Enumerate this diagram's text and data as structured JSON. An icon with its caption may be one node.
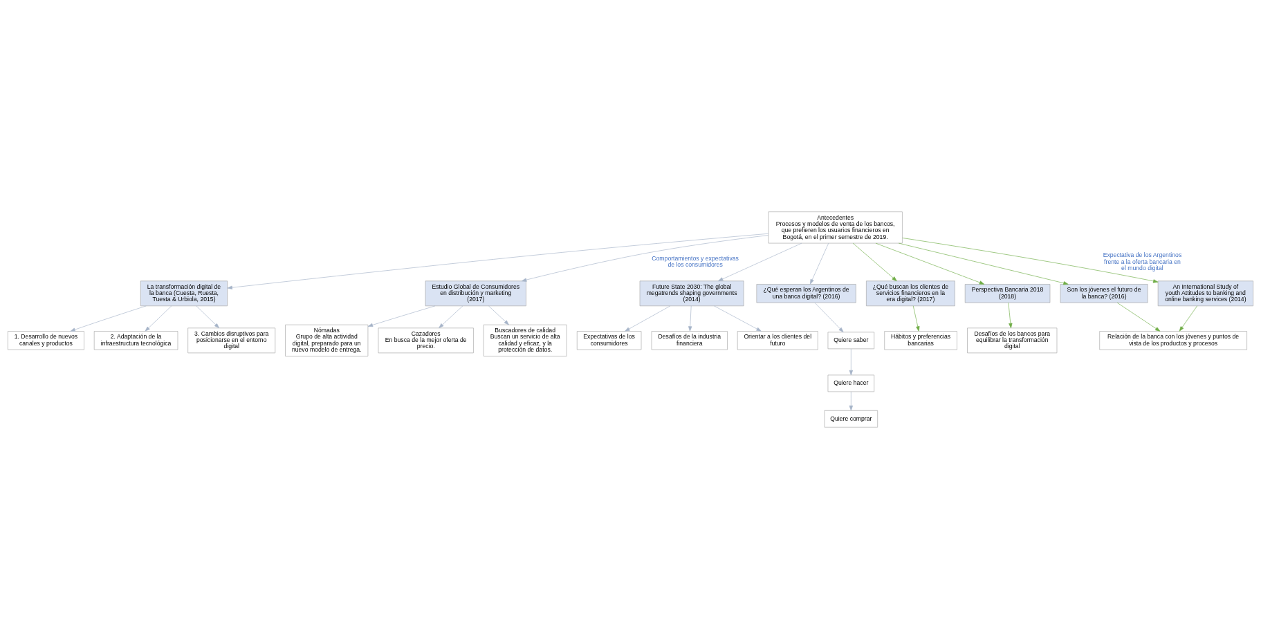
{
  "diagram": {
    "nodes": [
      {
        "text": [
          "Antecedentes",
          "Procesos y modelos de venta de los bancos, que prefieren los usuarios financieros en Bogotá, en el primer semestre de 2019."
        ]
      },
      {
        "text": [
          "La transformación digital de la banca (Cuesta, Ruesta, Tuesta & Urbiola, 2015)"
        ]
      },
      {
        "text": [
          "1. Desarrollo de nuevos canales y productos"
        ]
      },
      {
        "text": [
          "2. Adaptación de la infraestructura tecnológica"
        ]
      },
      {
        "text": [
          "3. Cambios disruptivos para posicionarse en el entorno digital"
        ]
      },
      {
        "text": [
          "Estudio Global de Consumidores en distribución y marketing (2017)"
        ]
      },
      {
        "text": [
          "Nómadas",
          "Grupo de alta actividad digital, preparado para un nuevo modelo de entrega."
        ]
      },
      {
        "text": [
          "Cazadores",
          "En busca de la mejor oferta de precio."
        ]
      },
      {
        "text": [
          "Buscadores de calidad",
          "Buscan un servicio de alta calidad y eficaz, y la protección de datos."
        ]
      },
      {
        "text": [
          "Future State 2030: The global megatrends shaping governments (2014)"
        ]
      },
      {
        "text": [
          "Expectativas de los consumidores"
        ]
      },
      {
        "text": [
          "Desafíos de la industria financiera"
        ]
      },
      {
        "text": [
          "Orientar a los clientes del futuro"
        ]
      },
      {
        "text": [
          "¿Qué esperan los Argentinos de una banca digital? (2016)"
        ]
      },
      {
        "text": [
          "Quiere saber"
        ]
      },
      {
        "text": [
          "Quiere hacer"
        ]
      },
      {
        "text": [
          "Quiere comprar"
        ]
      },
      {
        "text": [
          "¿Qué buscan los clientes de servicios financieros en la era digital? (2017)"
        ]
      },
      {
        "text": [
          "Perspectiva Bancaria 2018 (2018)"
        ]
      },
      {
        "text": [
          "Son los jóvenes el futuro de la banca? (2016)"
        ]
      },
      {
        "text": [
          "An International Study of youth Attitudes to banking and online banking services (2014)"
        ]
      },
      {
        "text": [
          "Hábitos y preferencias bancarias"
        ]
      },
      {
        "text": [
          "Desafíos de los bancos para equilibrar la transformación digital"
        ]
      },
      {
        "text": [
          "Relación de la banca con los jóvenes y puntos de vista de los productos y procesos"
        ]
      }
    ],
    "edges": [
      {
        "from": 0,
        "to": 1,
        "arrow": "to"
      },
      {
        "from": 1,
        "to": 2,
        "arrow": "to"
      },
      {
        "from": 1,
        "to": 3,
        "arrow": "to"
      },
      {
        "from": 1,
        "to": 4,
        "arrow": "to"
      },
      {
        "from": 0,
        "to": 5,
        "arrow": "to",
        "label": "Comportamientos y expectativas de los consumidores"
      },
      {
        "from": 5,
        "to": 6,
        "arrow": "to"
      },
      {
        "from": 5,
        "to": 7,
        "arrow": "to"
      },
      {
        "from": 5,
        "to": 8,
        "arrow": "to"
      },
      {
        "from": 0,
        "to": 9,
        "arrow": "to"
      },
      {
        "from": 9,
        "to": 10,
        "arrow": "to"
      },
      {
        "from": 9,
        "to": 11,
        "arrow": "to"
      },
      {
        "from": 9,
        "to": 12,
        "arrow": "to"
      },
      {
        "from": 0,
        "to": 13,
        "arrow": "to"
      },
      {
        "from": 13,
        "to": 14,
        "arrow": "to"
      },
      {
        "from": 14,
        "to": 15,
        "arrow": "to"
      },
      {
        "from": 15,
        "to": 16,
        "arrow": "to"
      },
      {
        "from": 0,
        "to": 17,
        "arrow": "to",
        "color": "#70ad47"
      },
      {
        "from": 0,
        "to": 18,
        "arrow": "to",
        "color": "#70ad47"
      },
      {
        "from": 0,
        "to": 19,
        "arrow": "to",
        "color": "#70ad47"
      },
      {
        "from": 0,
        "to": 20,
        "arrow": "to",
        "color": "#70ad47",
        "label": "Expectativa de los Argentinos frente a la oferta bancaria en el mundo digital"
      },
      {
        "from": 17,
        "to": 21,
        "arrow": "to",
        "color": "#70ad47"
      },
      {
        "from": 18,
        "to": 22,
        "arrow": "to",
        "color": "#70ad47"
      },
      {
        "from": 19,
        "to": 23,
        "arrow": "to",
        "color": "#70ad47"
      },
      {
        "from": 20,
        "to": 23,
        "arrow": "to",
        "color": "#70ad47"
      }
    ]
  }
}
